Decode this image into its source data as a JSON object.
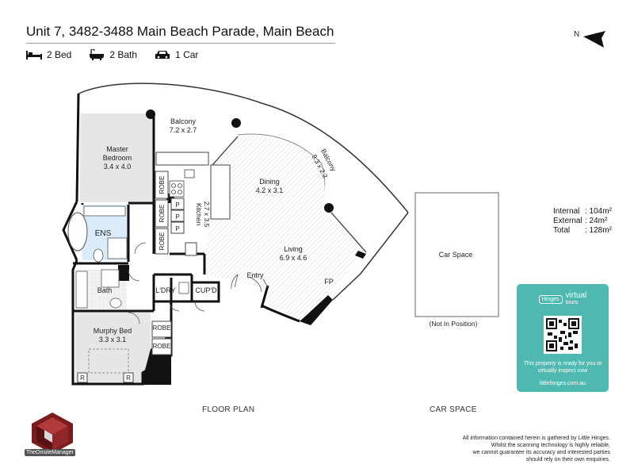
{
  "header": {
    "address": "Unit 7, 3482-3488 Main Beach Parade, Main Beach"
  },
  "features": [
    {
      "icon": "bed-icon",
      "label": "2 Bed"
    },
    {
      "icon": "bath-icon",
      "label": "2 Bath"
    },
    {
      "icon": "car-icon",
      "label": "1 Car"
    }
  ],
  "compass": {
    "label": "N",
    "icon": "north-arrow-icon"
  },
  "rooms": {
    "balcony_top": {
      "name": "Balcony",
      "size": "7.2 x 2.7"
    },
    "master_bedroom": {
      "name": "Master",
      "name2": "Bedroom",
      "size": "3.4 x 4.0"
    },
    "ens": {
      "name": "ENS"
    },
    "bath": {
      "name": "Bath"
    },
    "murphy_bed": {
      "name": "Murphy Bed",
      "size": "3.3 x 3.1"
    },
    "kitchen": {
      "name": "Kitchen",
      "size": "2.7 x 3.5"
    },
    "dining": {
      "name": "Dining",
      "size": "4.2 x 3.1"
    },
    "living": {
      "name": "Living",
      "size": "6.9 x 4.6"
    },
    "balcony_side": {
      "name": "Balcony",
      "size": "9.3 x 2.2"
    },
    "laundry": {
      "name": "L'DRY"
    },
    "cupboard": {
      "name": "CUP'D"
    },
    "entry": {
      "name": "Entry"
    },
    "fireplace": {
      "name": "FP"
    },
    "robe": "ROBE",
    "pantry": "P",
    "fridge": "R",
    "car_space": {
      "name": "Car Space",
      "note": "(Not In Position)"
    }
  },
  "areas": [
    {
      "label": "Internal",
      "value": ": 104m²"
    },
    {
      "label": "External",
      "value": ": 24m²"
    },
    {
      "label": "Total",
      "value": ": 128m²"
    }
  ],
  "captions": {
    "floor_plan": "FLOOR PLAN",
    "car_space": "CAR SPACE"
  },
  "virtual_tour": {
    "brand": "Hinges",
    "virtual": "virtual",
    "tours": "tours",
    "text": "This property is ready for you to virtually inspect now",
    "url": "littlehinges.com.au",
    "accent": "#4fb8b0"
  },
  "logo": {
    "text": "TheOnsiteManager"
  },
  "disclaimer": [
    "All information contained herein is gathered by Little Hinges.",
    "Whilst the scanning technology is highly reliable,",
    "we cannot guarantee its accuracy and interested parties",
    "should rely on their own enquiries."
  ]
}
